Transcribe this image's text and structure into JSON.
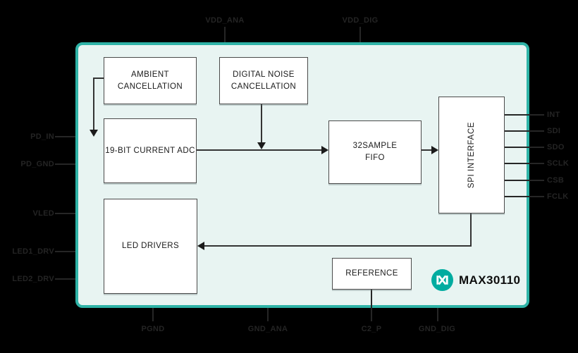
{
  "chip": {
    "part_number": "MAX30110"
  },
  "blocks": {
    "ambient_cancellation": {
      "line1": "AMBIENT",
      "line2": "CANCELLATION"
    },
    "digital_noise_cancellation": {
      "line1": "DIGITAL NOISE",
      "line2": "CANCELLATION"
    },
    "current_adc": {
      "label": "19-BIT CURRENT ADC"
    },
    "sample_fifo": {
      "line1": "32SAMPLE",
      "line2": "FIFO"
    },
    "spi_interface": {
      "label": "SPI INTERFACE"
    },
    "led_drivers": {
      "label": "LED DRIVERS"
    },
    "reference": {
      "label": "REFERENCE"
    }
  },
  "pins": {
    "top": [
      "VDD_ANA",
      "VDD_DIG"
    ],
    "left": [
      "PD_IN",
      "PD_GND",
      "VLED",
      "LED1_DRV",
      "LED2_DRV"
    ],
    "right": [
      "INT",
      "SDI",
      "SDO",
      "SCLK",
      "CSB",
      "FCLK"
    ],
    "bottom": [
      "PGND",
      "GND_ANA",
      "C2_P",
      "GND_DIG"
    ]
  },
  "logo": {
    "icon_name": "maxim-integrated-logo"
  },
  "colors": {
    "background": "#000000",
    "chip_fill": "#E8F4F2",
    "chip_border_teal": "#2FB3A7",
    "logo_teal": "#00ACA0",
    "block_fill": "#FFFFFF",
    "block_border": "#4A4A4A",
    "wire": "#343434",
    "outer_label": "#242424",
    "block_text": "#1A1A1A"
  }
}
